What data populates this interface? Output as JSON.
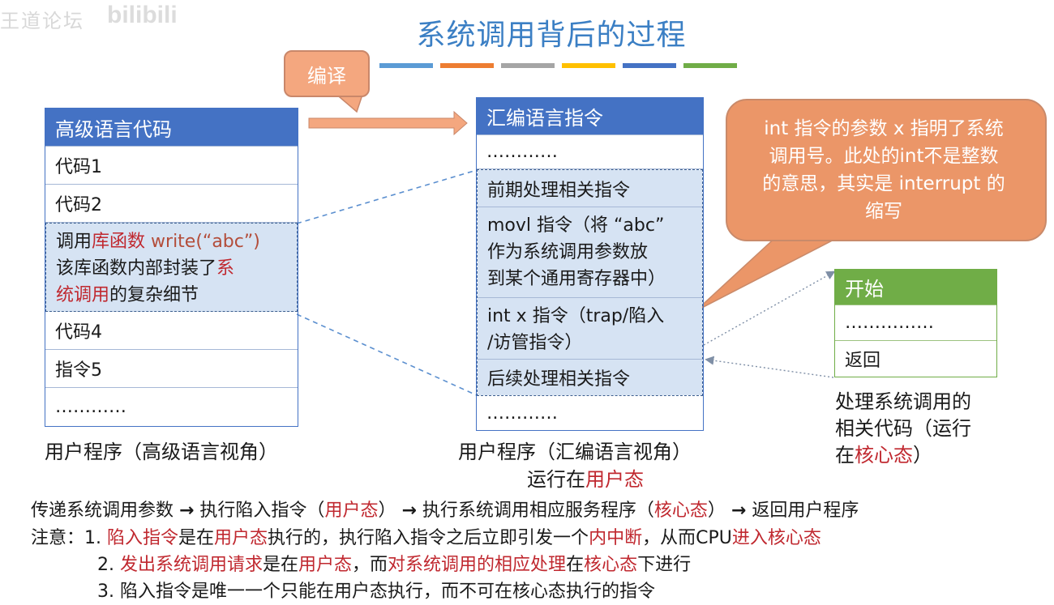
{
  "watermark": {
    "left": "王道论坛",
    "right": "bilibili"
  },
  "title": "系统调用背后的过程",
  "stripe_colors": [
    "#5b9bd5",
    "#ed7d31",
    "#a5a5a5",
    "#ffc000",
    "#4472c4",
    "#70ad47"
  ],
  "compile_label": "编译",
  "high_level": {
    "header": "高级语言代码",
    "rows": [
      "代码1",
      "代码2"
    ],
    "call": {
      "p1": "调用",
      "p2": "库函数",
      "p3": " write(“abc”)",
      "p4": "该库函数内部封装了",
      "p5": "系",
      "p6": "统调用",
      "p7": "的复杂细节"
    },
    "rows_after": [
      "代码4",
      "指令5",
      "…………"
    ],
    "caption": "用户程序（高级语言视角）"
  },
  "assembly": {
    "header": "汇编语言指令",
    "dots_top": "…………",
    "pre": "前期处理相关指令",
    "movl": [
      "movl 指令（将 “abc”",
      "作为系统调用参数放",
      "到某个通用寄存器中）"
    ],
    "int": [
      "int x 指令（trap/陷入",
      "/访管指令）"
    ],
    "post": "后续处理相关指令",
    "dots_bottom": "…………",
    "caption1": "用户程序（汇编语言视角）",
    "caption2_a": "运行在",
    "caption2_b": "用户态"
  },
  "callout": [
    "int 指令的参数 x 指明了系统",
    "调用号。此处的int不是整数",
    "的意思，其实是 interrupt 的",
    "缩写"
  ],
  "kernel": {
    "header": "开始",
    "dots": "……………",
    "ret": "返回",
    "caption": [
      "处理系统调用的",
      "相关代码（运行"
    ],
    "caption3_a": "在",
    "caption3_b": "核心态",
    "caption3_c": "）"
  },
  "flow": {
    "s1": "传递系统调用参数 ",
    "a1": "→",
    "s2": " 执行陷入指令（",
    "s3": "用户态",
    "s4": "） ",
    "a2": "→",
    "s5": " 执行系统调用相应服务程序（",
    "s6": "核心态",
    "s7": "） ",
    "a3": "→",
    "s8": " 返回用户程序"
  },
  "notes": {
    "label": "注意：",
    "n1": [
      "1. ",
      "陷入指令",
      "是在",
      "用户态",
      "执行的，执行陷入指令之后立即引发一个",
      "内中断",
      "，从而CPU",
      "进入核心态"
    ],
    "n2": [
      "2. ",
      "发出系统调用请求",
      "是在",
      "用户态",
      "，而",
      "对系统调用的相应处理",
      "在",
      "核心态",
      "下进行"
    ],
    "n3": "3. 陷入指令是唯一一个只能在用户态执行，而不可在核心态执行的指令"
  }
}
